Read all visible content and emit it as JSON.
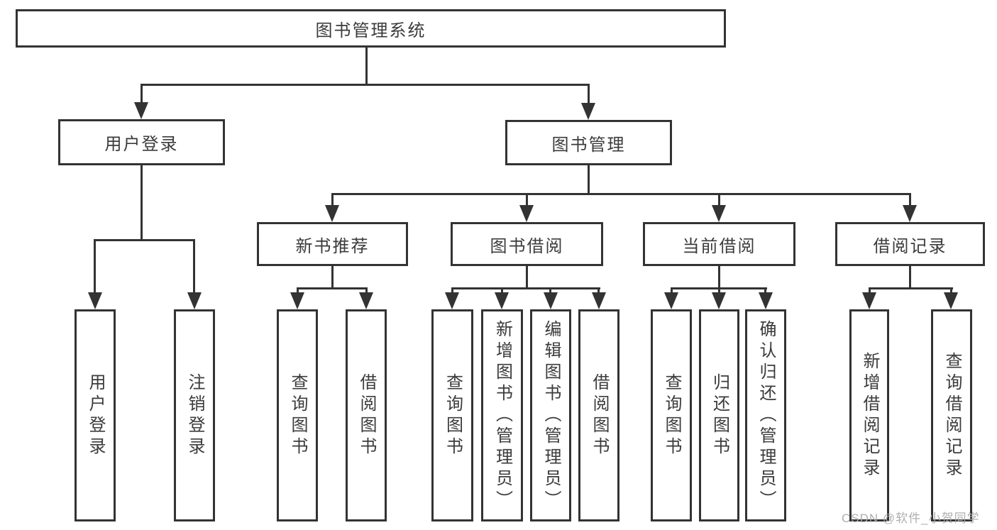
{
  "colors": {
    "line": "#333333",
    "box_border": "#333333",
    "text": "#3b3b3b",
    "background": "#ffffff",
    "watermark": "#ababab"
  },
  "watermark": {
    "text": "CSDN @软件_小贺同学"
  },
  "tree": {
    "root": {
      "label": "图书管理系统",
      "children": [
        "用户登录",
        "图书管理"
      ]
    },
    "level1": [
      {
        "label": "用户登录",
        "children": [
          "用户登录",
          "注销登录"
        ]
      },
      {
        "label": "图书管理",
        "children": [
          "新书推荐",
          "图书借阅",
          "当前借阅",
          "借阅记录"
        ]
      }
    ],
    "level2": [
      {
        "label": "新书推荐",
        "children": [
          "查询图书",
          "借阅图书"
        ]
      },
      {
        "label": "图书借阅",
        "children": [
          "查询图书",
          "新增图书（管理员）",
          "编辑图书（管理员）",
          "借阅图书"
        ]
      },
      {
        "label": "当前借阅",
        "children": [
          "查询图书",
          "归还图书",
          "确认归还（管理员）"
        ]
      },
      {
        "label": "借阅记录",
        "children": [
          "新增借阅记录",
          "查询借阅记录"
        ]
      }
    ],
    "leaves": [
      {
        "label": "用户登录"
      },
      {
        "label": "注销登录"
      },
      {
        "label": "查询图书"
      },
      {
        "label": "借阅图书"
      },
      {
        "label": "查询图书"
      },
      {
        "label": "新增图书（管理员）"
      },
      {
        "label": "编辑图书（管理员）"
      },
      {
        "label": "借阅图书"
      },
      {
        "label": "查询图书"
      },
      {
        "label": "归还图书"
      },
      {
        "label": "确认归还（管理员）"
      },
      {
        "label": "新增借阅记录"
      },
      {
        "label": "查询借阅记录"
      }
    ]
  }
}
